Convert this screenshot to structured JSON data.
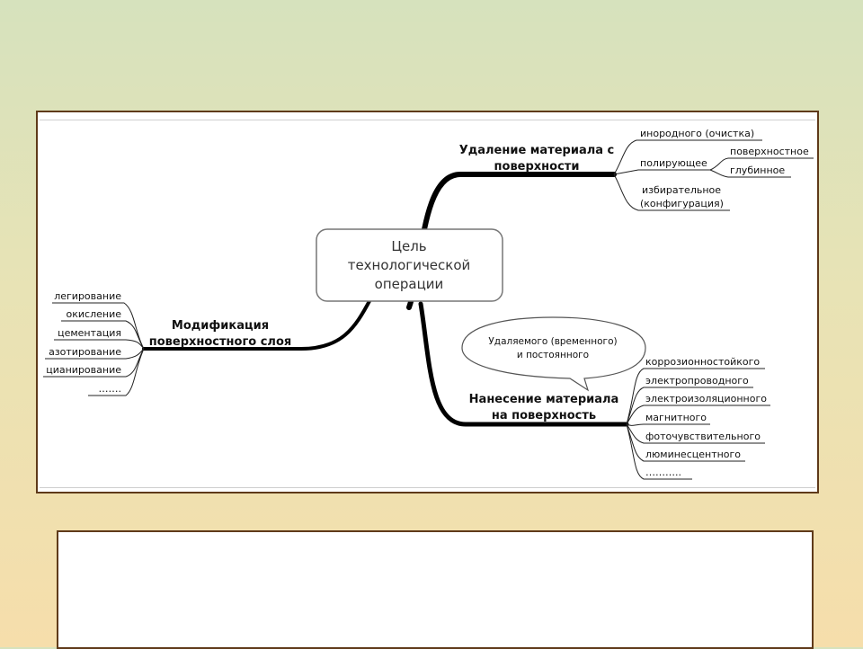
{
  "mindmap": {
    "center": [
      "Цель",
      "технологической",
      "операции"
    ],
    "removal": {
      "title": [
        "Удаление материала с",
        "поверхности"
      ],
      "foreign": "инородного (очистка)",
      "polishing": "полирующее",
      "surface": "поверхностное",
      "deep": "глубинное",
      "selective": [
        "избирательное",
        "(конфигурация)"
      ]
    },
    "modification": {
      "title": [
        "Модификация",
        "поверхностного слоя"
      ],
      "items": [
        "легирование",
        "окисление",
        "цементация",
        "азотирование",
        "цианирование",
        "……."
      ]
    },
    "deposition": {
      "title": [
        "Нанесение материала",
        "на поверхность"
      ],
      "callout": [
        "Удаляемого (временного)",
        "и постоянного"
      ],
      "items": [
        "коррозионностойкого",
        "электропроводного",
        "электроизоляционного",
        "магнитного",
        "фоточувствительного",
        "люминесцентного",
        "……….."
      ]
    }
  },
  "colors": {
    "frame": "#5f3a1a",
    "connector": "#000000",
    "node_border": "#777777"
  }
}
